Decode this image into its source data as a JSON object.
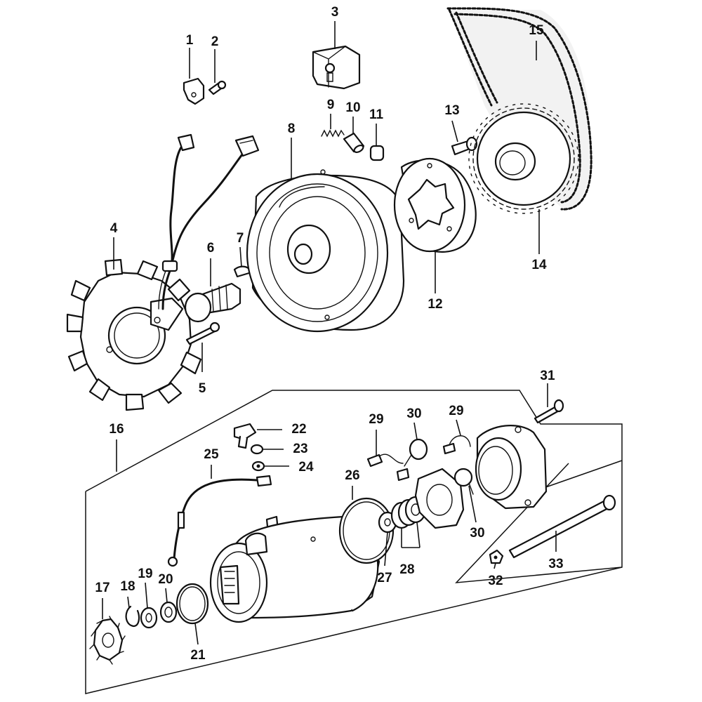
{
  "diagram": {
    "callouts": {
      "c1": "1",
      "c2": "2",
      "c3": "3",
      "c4": "4",
      "c5": "5",
      "c6": "6",
      "c7": "7",
      "c8": "8",
      "c9": "9",
      "c10": "10",
      "c11": "11",
      "c12": "12",
      "c13": "13",
      "c14": "14",
      "c15": "15",
      "c16": "16",
      "c17": "17",
      "c18": "18",
      "c19": "19",
      "c20": "20",
      "c21": "21",
      "c22": "22",
      "c23": "23",
      "c24": "24",
      "c25": "25",
      "c26": "26",
      "c27": "27",
      "c28": "28",
      "c29a": "29",
      "c29b": "29",
      "c30a": "30",
      "c30b": "30",
      "c31": "31",
      "c32": "32",
      "c33": "33"
    }
  }
}
